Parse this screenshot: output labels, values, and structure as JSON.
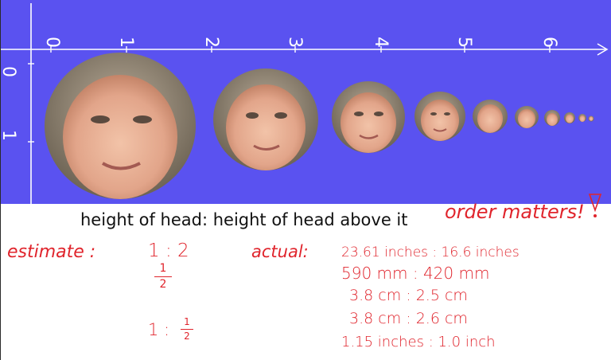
{
  "ruler": {
    "x_ticks": [
      "0",
      "1",
      "2",
      "3",
      "4",
      "5",
      "6"
    ],
    "y_ticks": [
      "0",
      "1"
    ],
    "background_color": "#5a52f0",
    "axis_color": "#ffffff"
  },
  "title": "height of head: height of head above it",
  "annotation_order": "order matters!",
  "estimate": {
    "label": "estimate :",
    "ratio1": "1 : 2",
    "half_num": "1",
    "half_den": "2",
    "ratio2_left": "1 :",
    "ratio2_num": "1",
    "ratio2_den": "2"
  },
  "actual": {
    "label": "actual:",
    "rows": [
      "23.61 inches : 16.6 inches",
      "590 mm : 420 mm",
      "3.8 cm   : 2.5 cm",
      "3.8 cm    : 2.6 cm",
      "1.15 inches : 1.0 inch"
    ]
  },
  "ink_color": "#e0242c"
}
